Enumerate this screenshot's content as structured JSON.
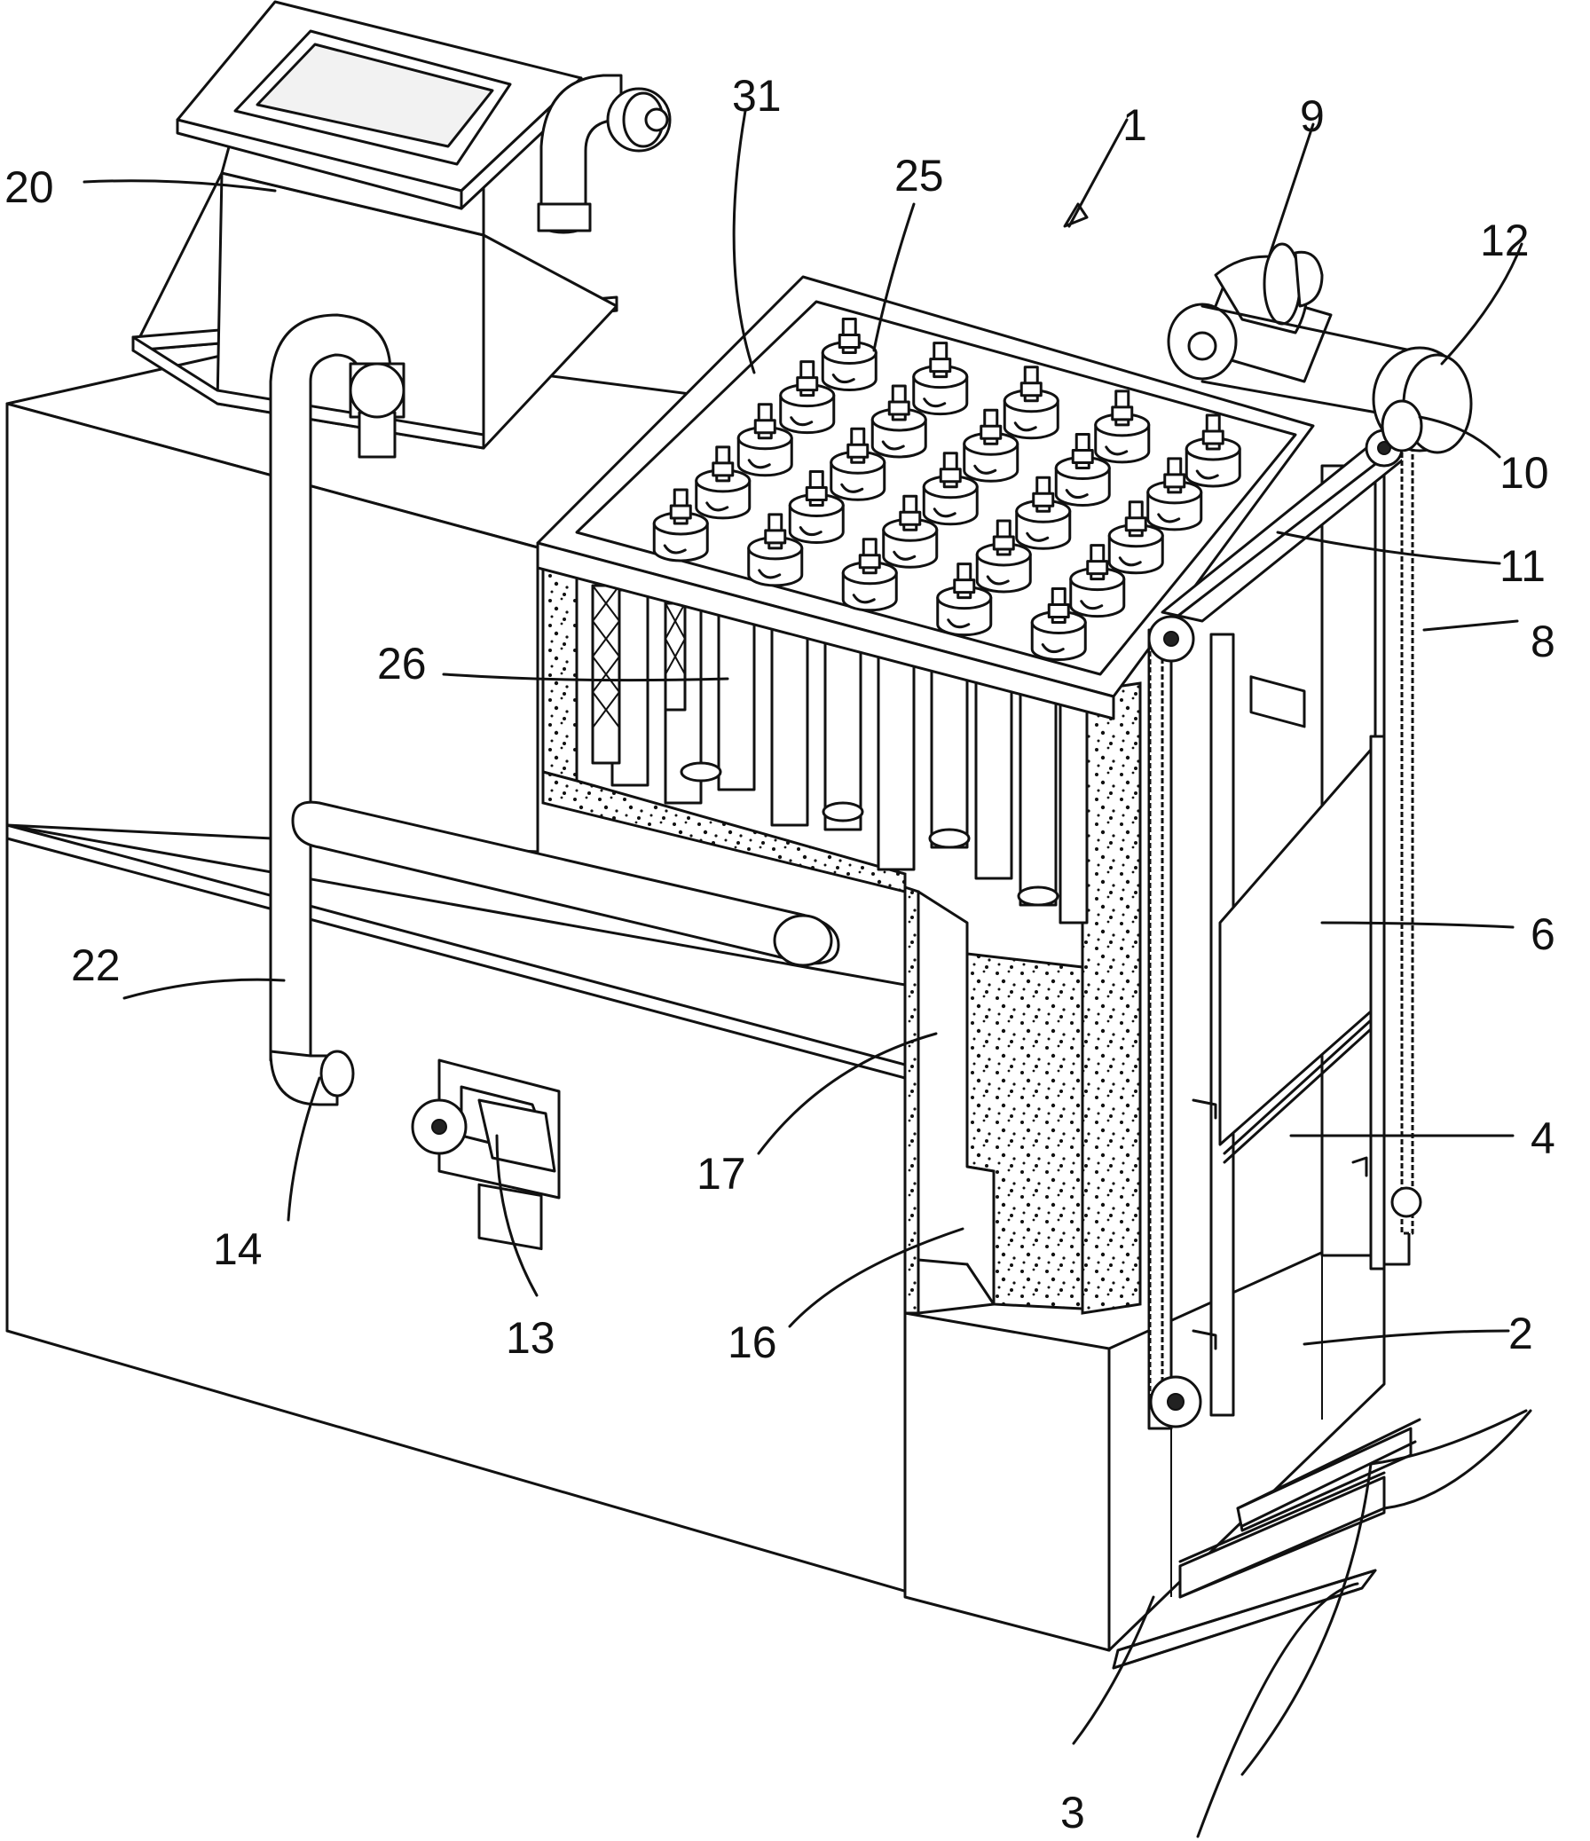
{
  "labels": {
    "l1": "1",
    "l2": "2",
    "l3": "3",
    "l4": "4",
    "l6": "6",
    "l8": "8",
    "l9": "9",
    "l10": "10",
    "l11": "11",
    "l12": "12",
    "l13": "13",
    "l14": "14",
    "l16": "16",
    "l17": "17",
    "l20": "20",
    "l22": "22",
    "l25": "25",
    "l26": "26",
    "l31": "31"
  },
  "colors": {
    "ink": "#111111",
    "paper": "#ffffff",
    "speckle": "#f2f2f2"
  }
}
